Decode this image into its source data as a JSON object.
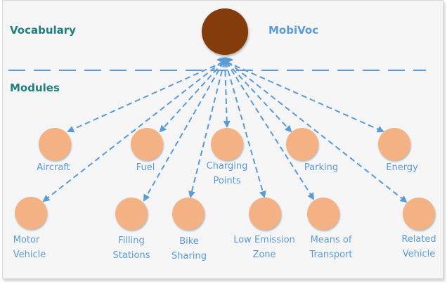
{
  "sections": {
    "vocabulary_label": "Vocabulary",
    "modules_label": "Modules"
  },
  "root": {
    "label": "MobiVoc",
    "color": "#843c0c"
  },
  "colors": {
    "module_node": "#f4b183",
    "edge": "#5b9bd5",
    "section_text": "#1f7f7f",
    "node_text": "#5b9bd5"
  },
  "modules": [
    {
      "id": "aircraft",
      "line1": "Aircraft",
      "line2": ""
    },
    {
      "id": "fuel",
      "line1": "Fuel",
      "line2": ""
    },
    {
      "id": "charging-points",
      "line1": "Charging",
      "line2": "Points"
    },
    {
      "id": "parking",
      "line1": "Parking",
      "line2": ""
    },
    {
      "id": "energy",
      "line1": "Energy",
      "line2": ""
    },
    {
      "id": "motor-vehicle",
      "line1": "Motor",
      "line2": "Vehicle"
    },
    {
      "id": "filling-stations",
      "line1": "Filling",
      "line2": "Stations"
    },
    {
      "id": "bike-sharing",
      "line1": "Bike",
      "line2": "Sharing"
    },
    {
      "id": "low-emission-zone",
      "line1": "Low Emission",
      "line2": "Zone"
    },
    {
      "id": "means-of-transport",
      "line1": "Means of",
      "line2": "Transport"
    },
    {
      "id": "related-vehicle",
      "line1": "Related",
      "line2": "Vehicle"
    }
  ]
}
